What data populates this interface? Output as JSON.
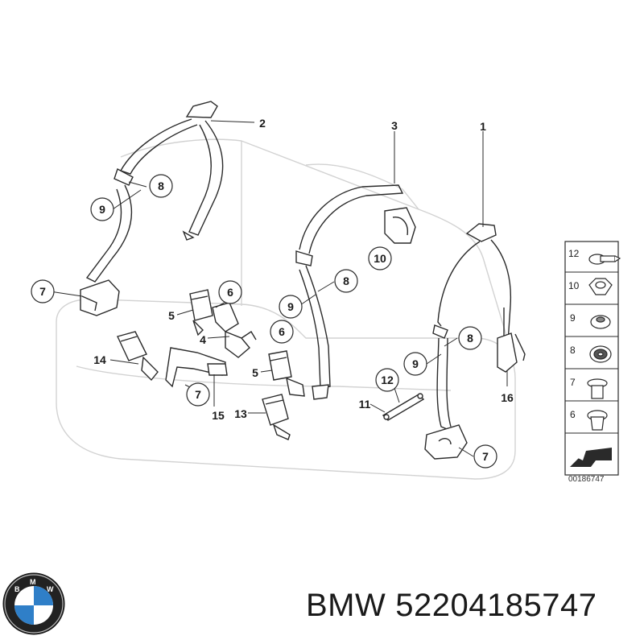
{
  "diagram": {
    "ref_code": "00186747",
    "callouts": [
      "1",
      "2",
      "3",
      "4",
      "5",
      "5",
      "6",
      "6",
      "7",
      "7",
      "7",
      "8",
      "8",
      "8",
      "9",
      "9",
      "9",
      "10",
      "11",
      "12",
      "13",
      "14",
      "15",
      "16"
    ],
    "legend_items": [
      "12",
      "10",
      "9",
      "8",
      "7",
      "6"
    ]
  },
  "footer": {
    "brand": "BMW",
    "part_number": "52204185747"
  },
  "colors": {
    "line": "#2a2a2a",
    "ghost": "#cfcfcf",
    "bmw_blue": "#2f7fc8"
  }
}
